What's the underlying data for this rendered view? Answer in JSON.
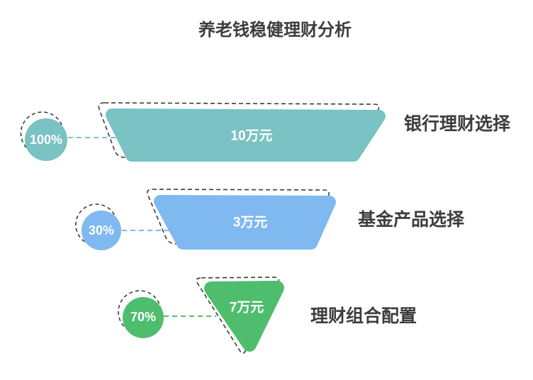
{
  "title": "养老钱稳健理财分析",
  "colors": {
    "background": "#ffffff",
    "outline": "#3a3a3a",
    "label_text": "#3d3d3d",
    "shape_text": "#ffffff"
  },
  "chart_data": {
    "type": "funnel",
    "title": "养老钱稳健理财分析",
    "legend_position": "none",
    "grid": false,
    "levels": [
      {
        "label": "银行理财选择",
        "value": "10万元",
        "value_wan": 10,
        "percent": "100%",
        "percent_number": 100,
        "color": "#7ac2c4"
      },
      {
        "label": "基金产品选择",
        "value": "3万元",
        "value_wan": 3,
        "percent": "30%",
        "percent_number": 30,
        "color": "#7fb9f0"
      },
      {
        "label": "理财组合配置",
        "value": "7万元",
        "value_wan": 7,
        "percent": "70%",
        "percent_number": 70,
        "color": "#4fbd6e"
      }
    ]
  }
}
